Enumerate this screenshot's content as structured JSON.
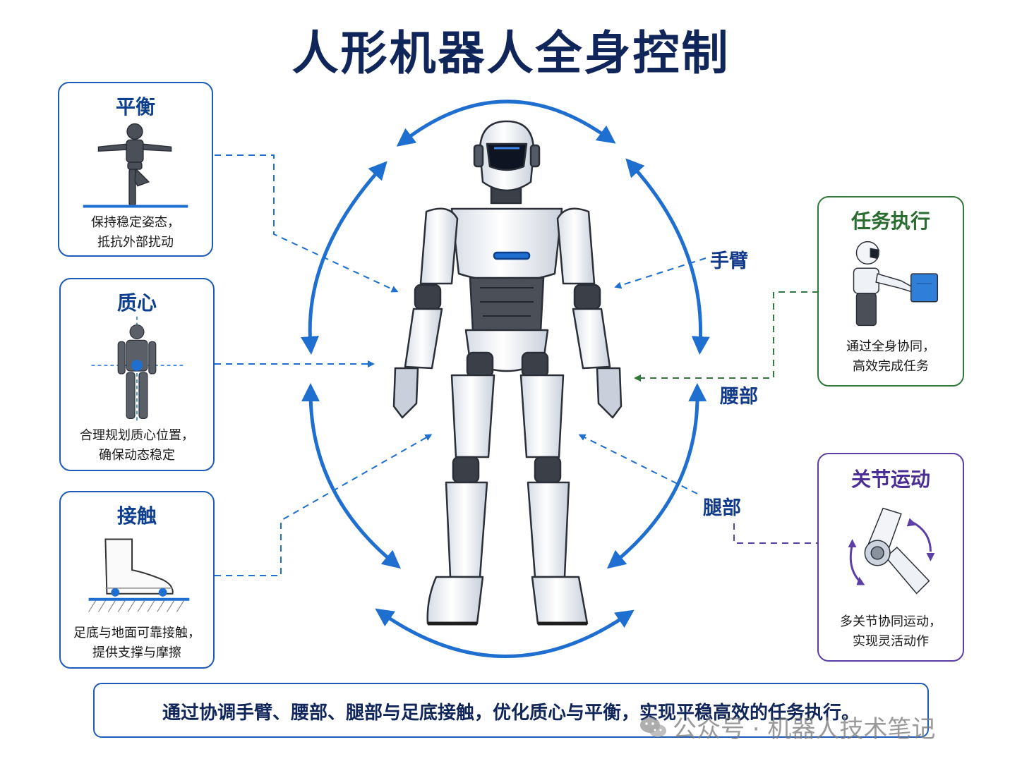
{
  "title": "人形机器人全身控制",
  "cards": {
    "balance": {
      "title": "平衡",
      "desc_line1": "保持稳定姿态，",
      "desc_line2": "抵抗外部扰动"
    },
    "com": {
      "title": "质心",
      "desc_line1": "合理规划质心位置，",
      "desc_line2": "确保动态稳定"
    },
    "contact": {
      "title": "接触",
      "desc_line1": "足底与地面可靠接触，",
      "desc_line2": "提供支撑与摩擦"
    },
    "task": {
      "title": "任务执行",
      "desc_line1": "通过全身协同，",
      "desc_line2": "高效完成任务"
    },
    "joint": {
      "title": "关节运动",
      "desc_line1": "多关节协同运动，",
      "desc_line2": "实现灵活动作"
    }
  },
  "labels": {
    "arm": "手臂",
    "waist": "腰部",
    "leg": "腿部"
  },
  "summary": "通过协调手臂、腰部、腿部与足底接触，优化质心与平衡，实现平稳高效的任务执行。",
  "watermark": "公众号 · 机器人技术笔记",
  "colors": {
    "blue": "#1e6fd0",
    "navy": "#10255a",
    "green": "#2f7a3a",
    "purple": "#5b3fa6"
  },
  "icons": [
    "wechat-icon"
  ]
}
